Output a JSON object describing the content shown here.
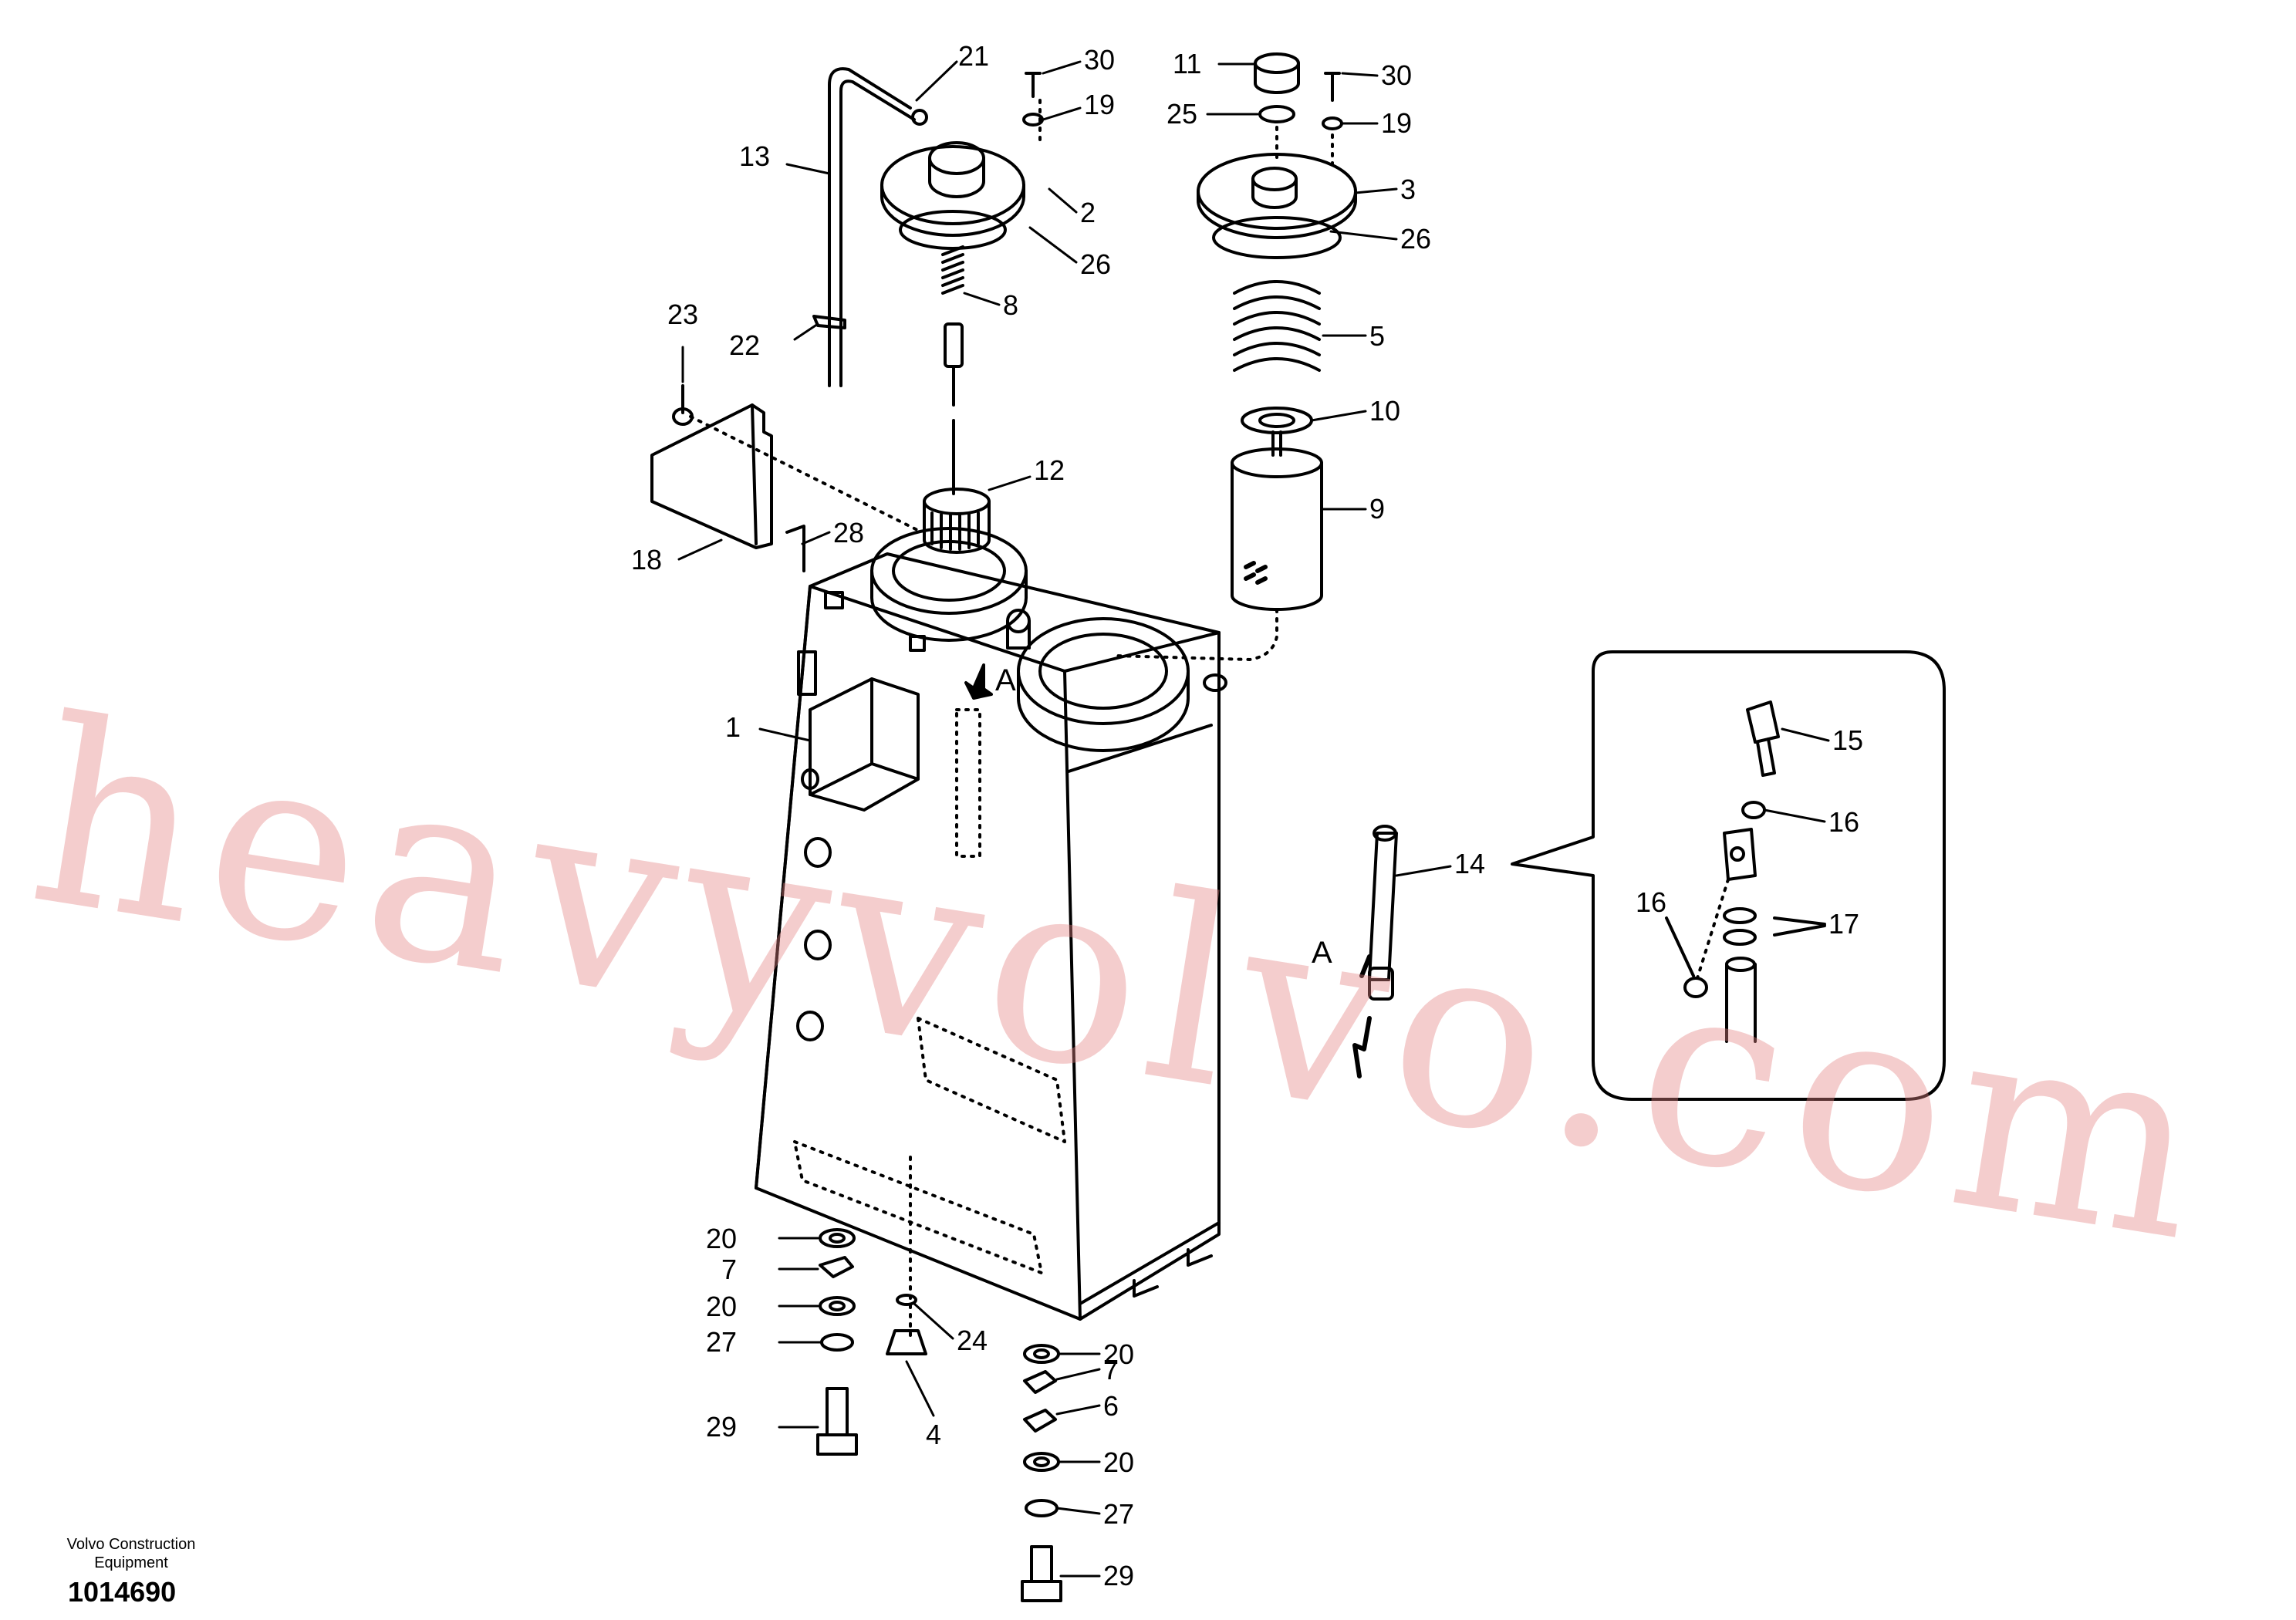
{
  "watermark": "heavyvolvo.com",
  "footer": {
    "company": "Volvo Construction Equipment",
    "doc_number": "1014690"
  },
  "view_marker": {
    "top": "A",
    "detail": "A"
  },
  "callouts": [
    "1",
    "2",
    "3",
    "4",
    "5",
    "6",
    "7",
    "7",
    "8",
    "9",
    "10",
    "11",
    "12",
    "13",
    "14",
    "15",
    "16",
    "16",
    "17",
    "18",
    "19",
    "19",
    "20",
    "20",
    "20",
    "20",
    "21",
    "22",
    "23",
    "24",
    "25",
    "26",
    "26",
    "27",
    "27",
    "28",
    "29",
    "29",
    "30",
    "30"
  ],
  "colors": {
    "line": "#000000",
    "watermark": "#e48282"
  }
}
